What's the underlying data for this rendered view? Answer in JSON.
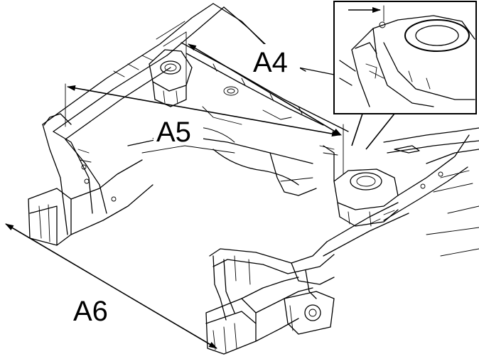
{
  "labels": {
    "a4": "A4",
    "a5": "A5",
    "a6": "A6"
  },
  "colors": {
    "line": "#000000",
    "background": "#ffffff"
  }
}
